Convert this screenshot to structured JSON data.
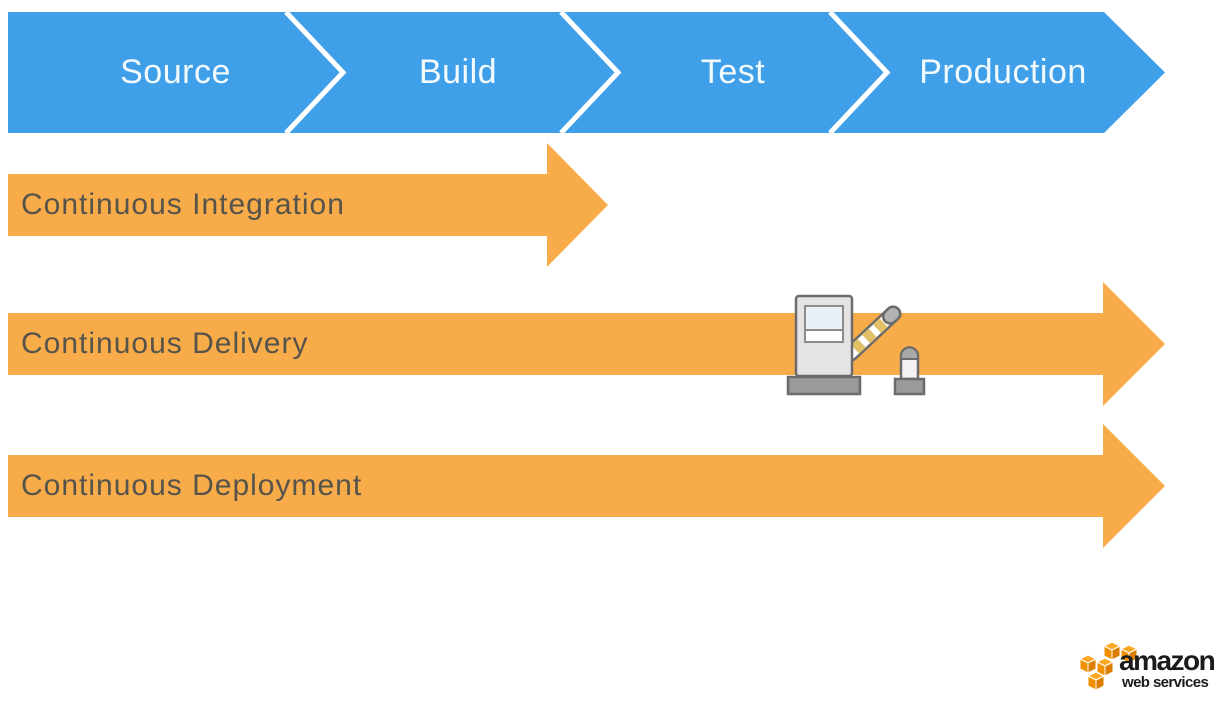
{
  "stage_bar": {
    "stages": [
      {
        "label": "Source"
      },
      {
        "label": "Build"
      },
      {
        "label": "Test"
      },
      {
        "label": "Production"
      }
    ]
  },
  "arrows": [
    {
      "label": "Continuous Integration"
    },
    {
      "label": "Continuous Delivery",
      "icon": "toll-gate-barrier-icon"
    },
    {
      "label": "Continuous Deployment"
    }
  ],
  "logo": {
    "brand": "amazon",
    "subtitle": "web services"
  },
  "icons": {
    "gate": "toll-gate-barrier-icon",
    "aws_boxes": "aws-boxes-icon"
  },
  "colors": {
    "stage_blue": "#3FA0E9",
    "arrow_orange": "#F8AC49",
    "arrow_label_text": "#56534B",
    "stage_label_text": "#F2FAFE",
    "aws_box_orange": "#F79500",
    "logo_text": "#1B1B1A"
  }
}
